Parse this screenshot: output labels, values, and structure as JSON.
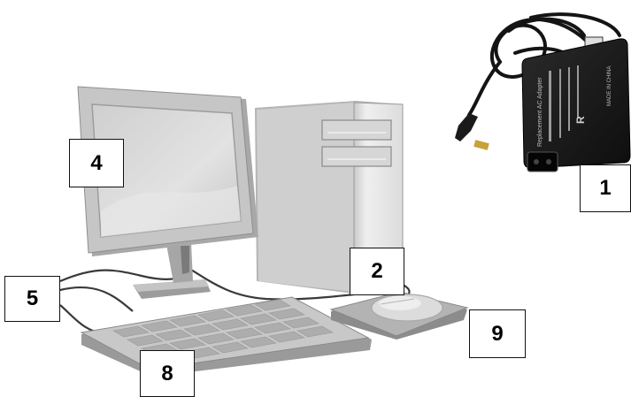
{
  "labels": {
    "charger": "1",
    "mouse": "2",
    "monitor": "4",
    "cable": "5",
    "keyboard": "8",
    "mousepad": "9"
  },
  "adapter_text": {
    "title": "Replacement AC Adapter",
    "made_in": "MADE IN CHINA"
  },
  "colors": {
    "adapter_body": "#1c1c1c",
    "tower": "#e6e6e6",
    "monitor_frame": "#b8b8b8",
    "screen": "#d9d9d9",
    "cable": "#3a3a3a",
    "label_border": "#111111"
  }
}
